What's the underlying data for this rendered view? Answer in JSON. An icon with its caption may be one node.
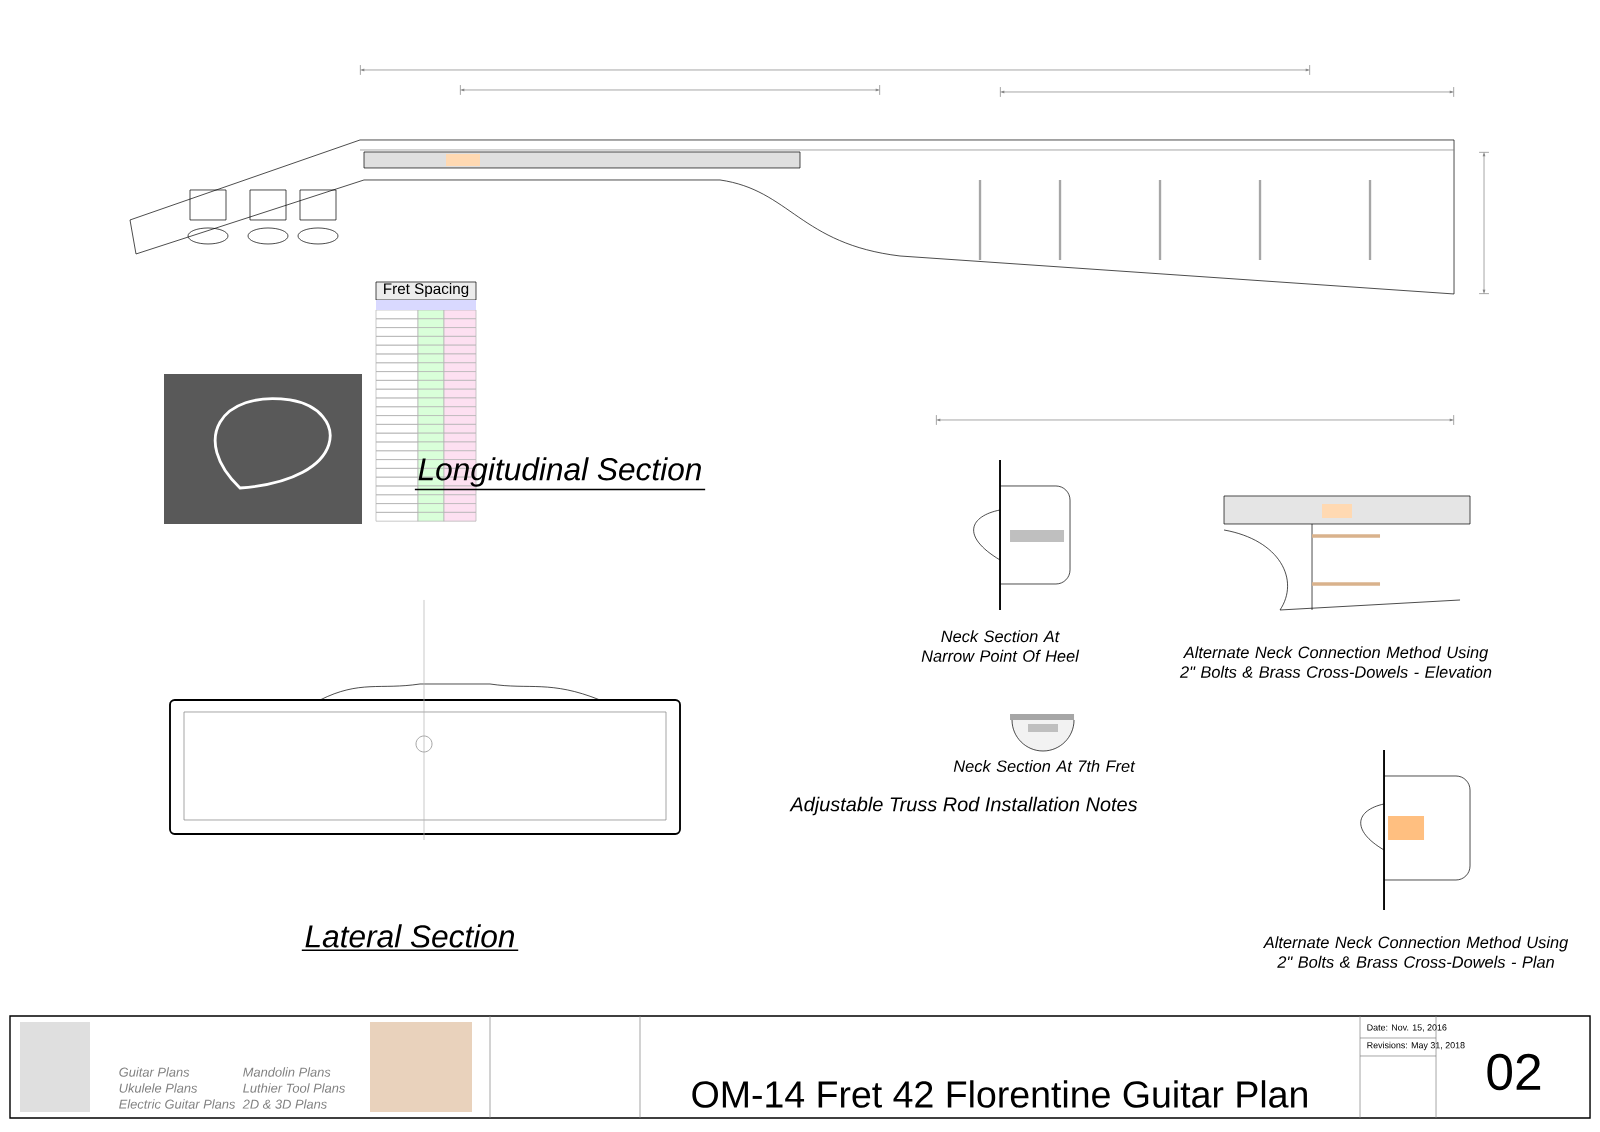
{
  "diagram": {
    "title": "OM-14 Fret 42 Florentine Guitar Plan",
    "labels": [
      "Longitudinal Section",
      "Fret Spacing",
      "Lateral Section",
      "Neck Section At Narrow Point Of Heel",
      "Neck Section At 7th Fret",
      "Adjustable Truss Rod Installation Notes",
      "Alternate Neck Connection Method Using 2\" Bolts & Brass Cross-Dowels - Elevation",
      "Alternate Neck Connection Method Using 2\" Bolts & Brass Cross-Dowels - Plan",
      "Guitar Plans",
      "Ukulele Plans",
      "Electric Guitar Plans",
      "Mandolin Plans",
      "Luthier Tool Plans",
      "2D & 3D Plans",
      "Date: Nov. 15, 2016",
      "Revisions: May 31, 2018",
      "02"
    ]
  }
}
